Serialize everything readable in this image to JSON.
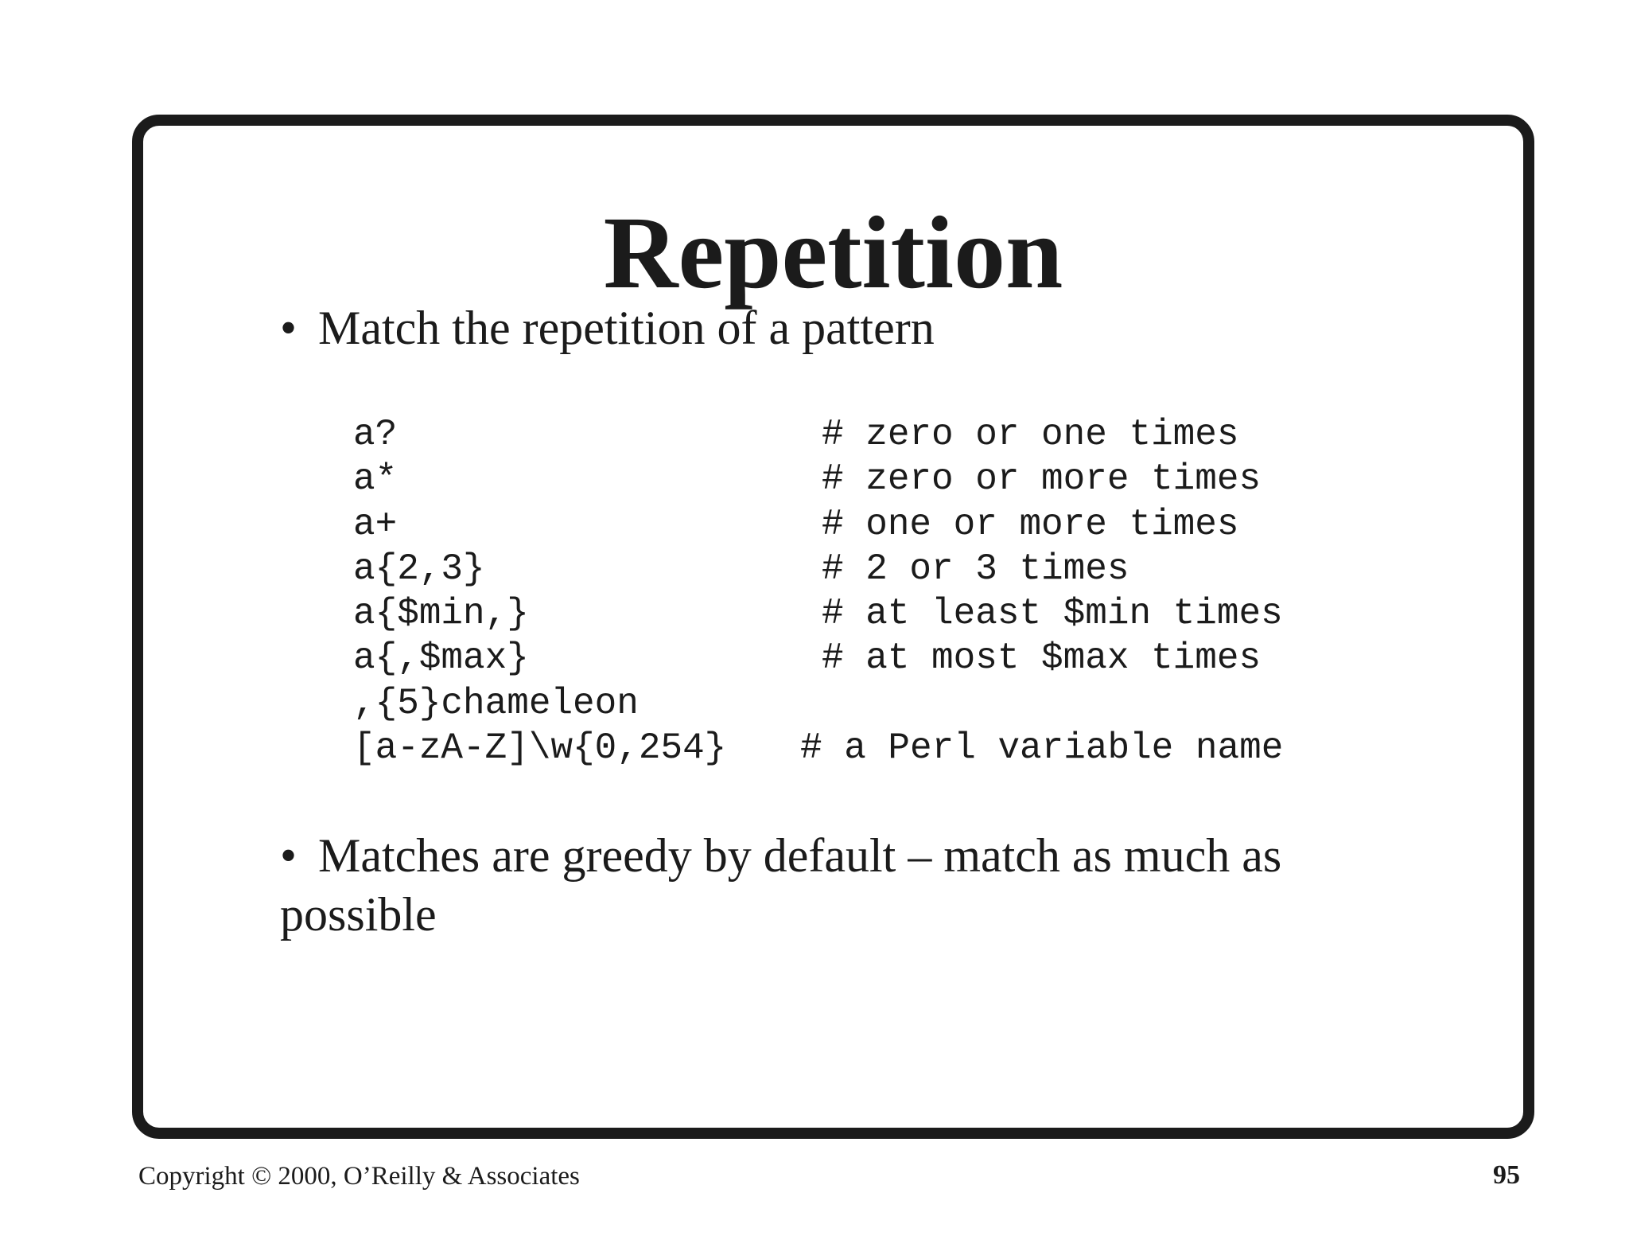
{
  "slide": {
    "title": "Repetition",
    "bullet_symbol": "•",
    "bullet_1": "Match the repetition of a pattern",
    "bullet_2": "Matches are greedy by default – match as much as possible"
  },
  "code": {
    "rows": [
      {
        "pattern": "a?",
        "comment": "# zero or one times"
      },
      {
        "pattern": "a*",
        "comment": "# zero or more times"
      },
      {
        "pattern": "a+",
        "comment": "# one or more times"
      },
      {
        "pattern": "a{2,3}",
        "comment": "# 2 or 3 times"
      },
      {
        "pattern": "a{$min,}",
        "comment": "# at least $min times"
      },
      {
        "pattern": "a{,$max}",
        "comment": "# at most $max times"
      },
      {
        "pattern": ",{5}chameleon",
        "comment": ""
      },
      {
        "pattern": "[a-zA-Z]\\w{0,254}",
        "comment": "# a Perl variable name"
      }
    ]
  },
  "footer": {
    "copyright": "Copyright © 2000, O’Reilly & Associates",
    "page_number": "95"
  }
}
